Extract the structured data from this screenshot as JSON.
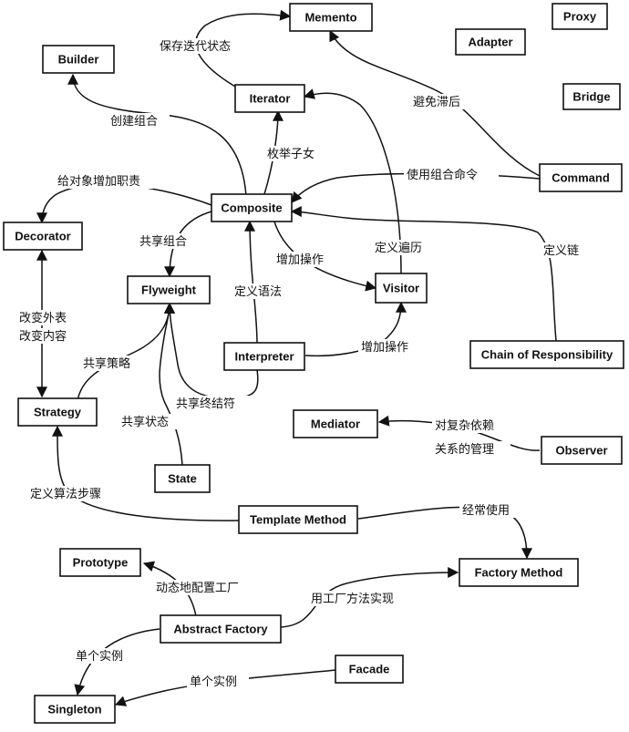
{
  "nodes": {
    "memento": "Memento",
    "proxy": "Proxy",
    "builder": "Builder",
    "adapter": "Adapter",
    "iterator": "Iterator",
    "bridge": "Bridge",
    "command": "Command",
    "composite": "Composite",
    "decorator": "Decorator",
    "flyweight": "Flyweight",
    "visitor": "Visitor",
    "interpreter": "Interpreter",
    "chain": "Chain of Responsibility",
    "strategy": "Strategy",
    "mediator": "Mediator",
    "observer": "Observer",
    "state": "State",
    "template_method": "Template Method",
    "prototype": "Prototype",
    "factory_method": "Factory Method",
    "abstract_factory": "Abstract Factory",
    "facade": "Facade",
    "singleton": "Singleton"
  },
  "edges": {
    "save_iteration_state": "保存迭代状态",
    "avoid_lag": "避免滞后",
    "create_composite": "创建组合",
    "enumerate_children": "枚举子女",
    "add_responsibility": "给对象增加职责",
    "use_composite_command": "使用组合命令",
    "share_composite": "共享组合",
    "add_operation_visitor": "增加操作",
    "define_traversal": "定义遍历",
    "define_chain": "定义链",
    "change_skin": "改变外表",
    "change_guts": "改变内容",
    "define_grammar": "定义语法",
    "add_operation_interp": "增加操作",
    "share_strategies": "共享策略",
    "share_terminals": "共享终结符",
    "share_states": "共享状态",
    "complex_dependency_1": "对复杂依赖",
    "complex_dependency_2": "关系的管理",
    "define_algorithm_steps": "定义算法步骤",
    "often_uses": "经常使用",
    "configure_factory": "动态地配置工厂",
    "implement_using": "用工厂方法实现",
    "single_instance_af": "单个实例",
    "single_instance_facade": "单个实例"
  }
}
